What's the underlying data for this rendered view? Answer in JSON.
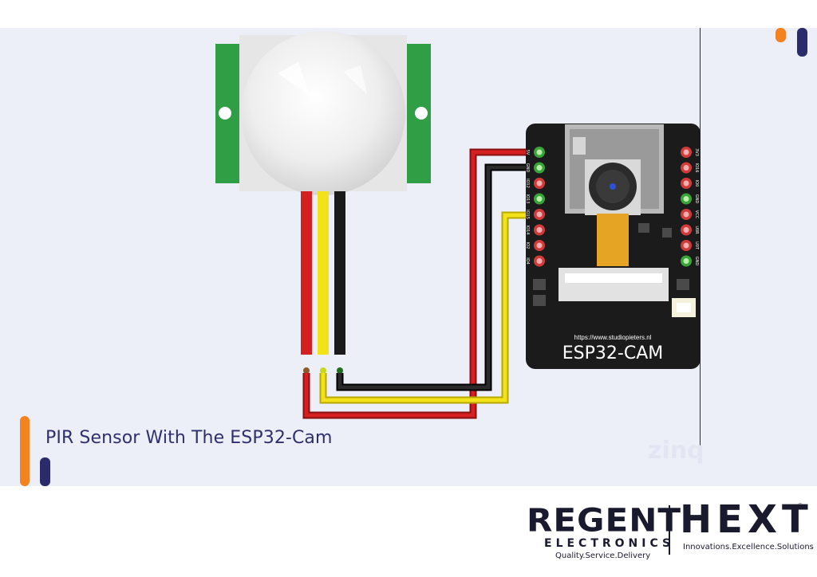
{
  "caption": "PIR Sensor With The ESP32-Cam",
  "watermark": "zinq",
  "board": {
    "name": "ESP32-CAM",
    "url": "https://www.studiopieters.nl",
    "left_pins": [
      "5V",
      "GND",
      "IO12",
      "IO13",
      "IO15",
      "IO14",
      "IO2",
      "IO4"
    ],
    "right_pins": [
      "3V3",
      "IO16",
      "IO0",
      "GND",
      "VCC",
      "U0R",
      "U0T",
      "GND"
    ]
  },
  "logo": {
    "regent": "REGENT",
    "regent_sub": "ELECTRONICS",
    "regent_tagline": "Quality.Service.Delivery",
    "hext": "HEXT",
    "hext_tagline": "Innovations.Excellence.Solutions",
    "reg_mark": "®"
  },
  "colors": {
    "panel": "#eceef8",
    "pcb": "#1b1b1b",
    "sensor_pcb": "#2f9e44",
    "wire_red": "#d42020",
    "wire_yellow": "#f2e21a",
    "wire_black": "#1a1a1a",
    "accent_orange": "#f58220",
    "accent_navy": "#2b2a6b"
  }
}
